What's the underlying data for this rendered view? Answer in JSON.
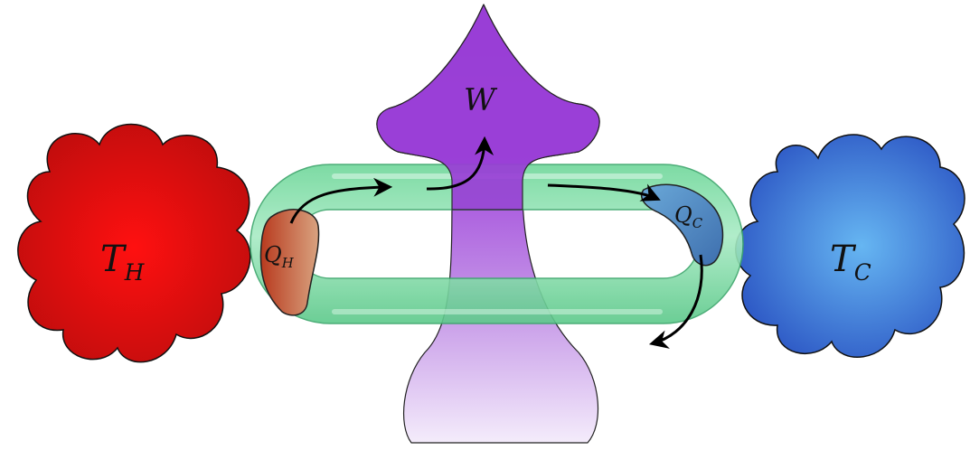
{
  "diagram": {
    "hot_reservoir": {
      "symbol": "T",
      "subscript": "H",
      "color": "#ee0b0b"
    },
    "cold_reservoir": {
      "symbol": "T",
      "subscript": "C",
      "color": "#2f6ddc"
    },
    "work": {
      "symbol": "W",
      "color": "#9b3fd6"
    },
    "heat_in": {
      "symbol": "Q",
      "subscript": "H"
    },
    "heat_out": {
      "symbol": "Q",
      "subscript": "C"
    },
    "ring_color": "#8fe3b2"
  }
}
